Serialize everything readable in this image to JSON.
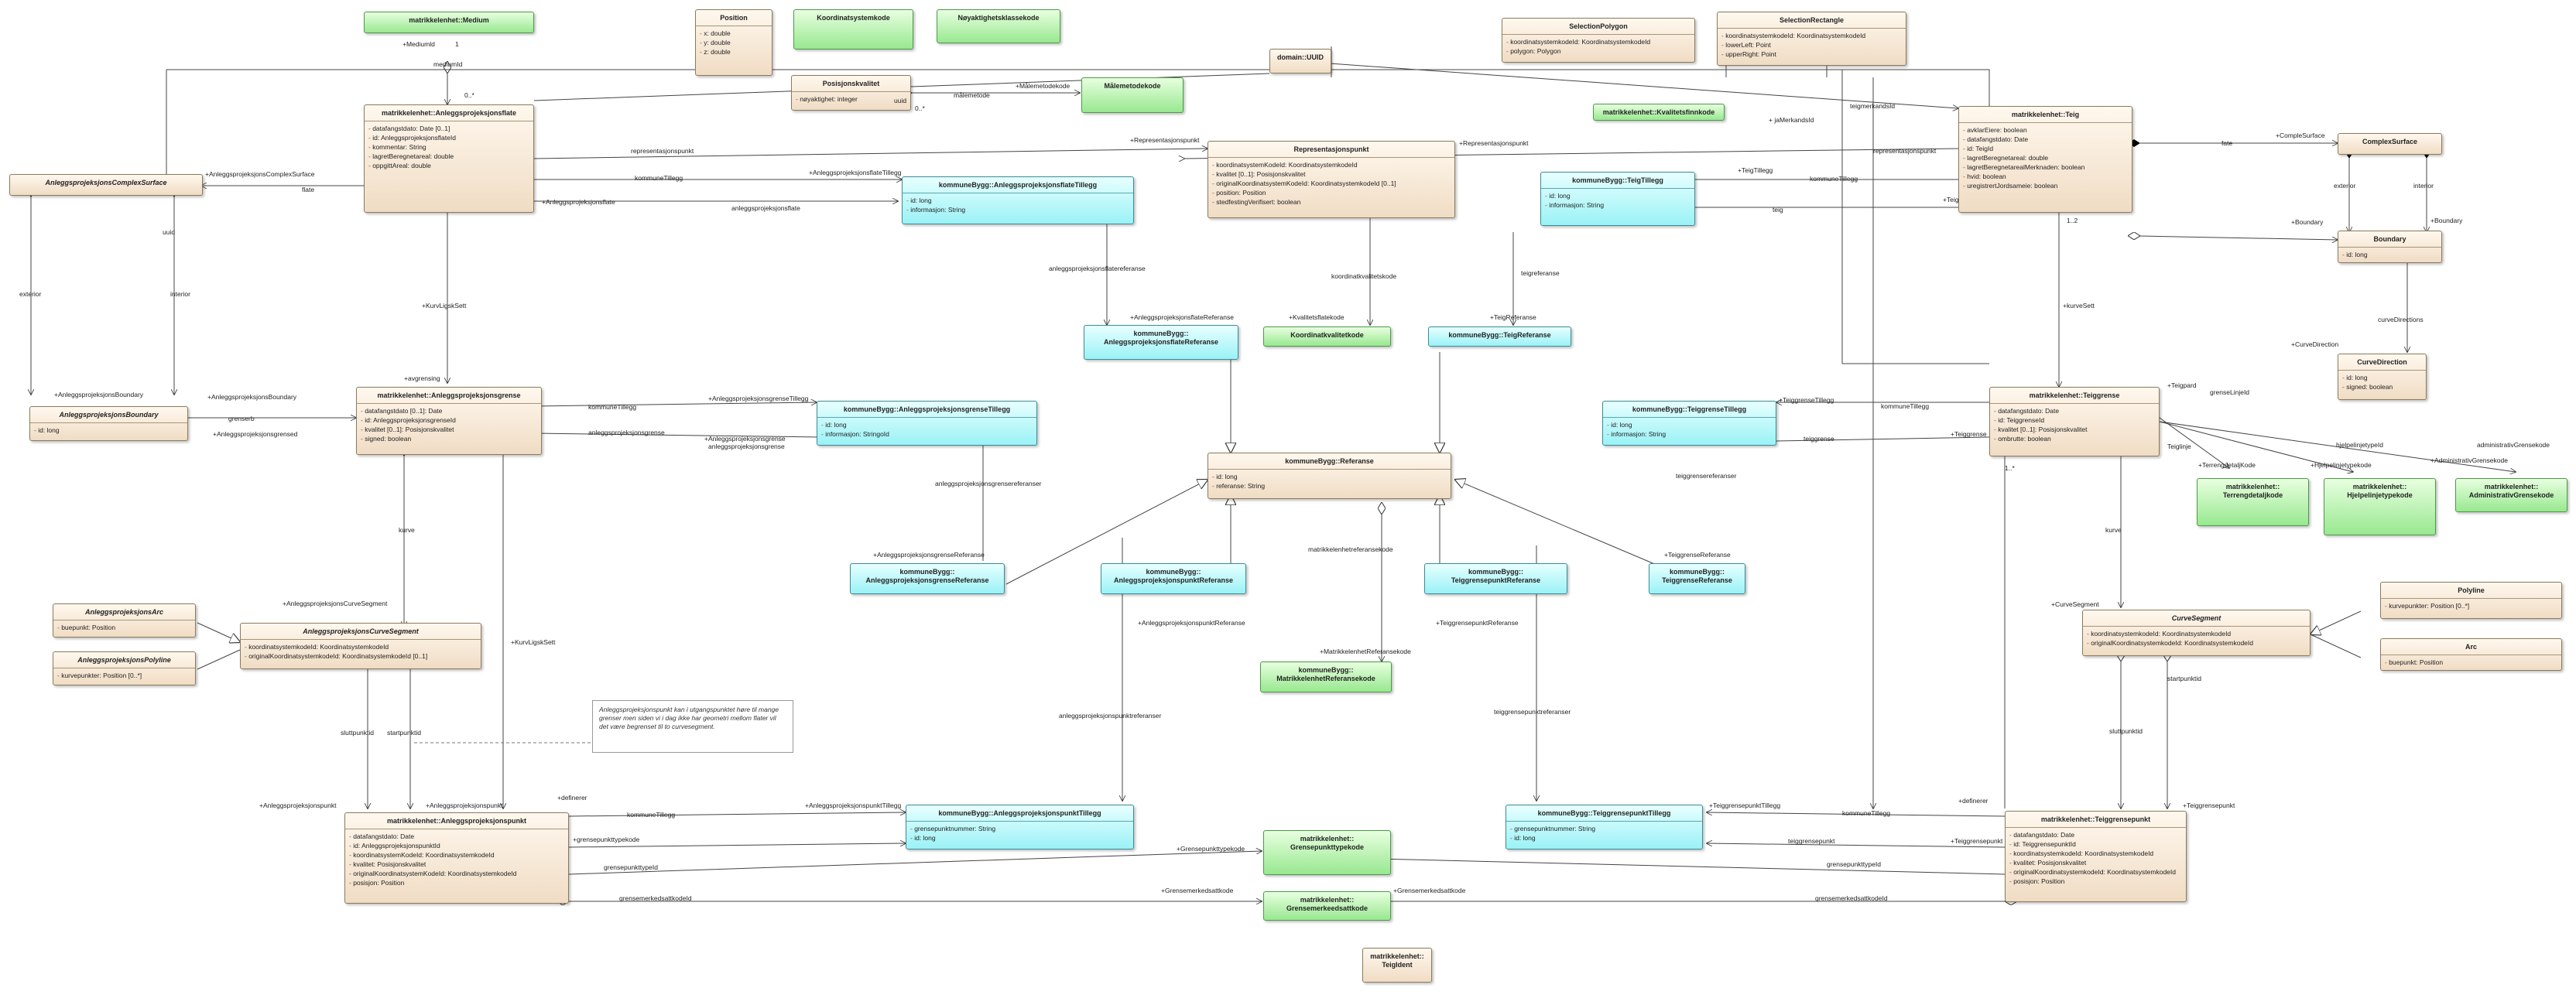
{
  "classes": [
    {
      "name": "matrikkelenhet::Medium",
      "attrs": []
    },
    {
      "name": "Position",
      "attrs": [
        "x: double",
        "y: double",
        "z: double"
      ]
    },
    {
      "name": "Koordinatsystemkode",
      "attrs": []
    },
    {
      "name": "Nøyaktighetsklassekode",
      "attrs": []
    },
    {
      "name": "SelectionPolygon",
      "attrs": [
        "koordinatsystemkodeId: KoordinatsystemkodeId",
        "polygon: Polygon"
      ]
    },
    {
      "name": "SelectionRectangle",
      "attrs": [
        "koordinatsystemkodeId: KoordinatsystemkodeId",
        "lowerLeft: Point",
        "upperRight: Point"
      ]
    },
    {
      "name": "Posisjonskvalitet",
      "attrs": [
        "nøyaktighet: integer"
      ]
    },
    {
      "name": "Målemetodekode",
      "attrs": []
    },
    {
      "name": "domain::UUID",
      "attrs": []
    },
    {
      "name": "matrikkelenhet::Kvalitetsfinnkode",
      "attrs": []
    },
    {
      "name": "matrikkelenhet::Anleggsprojeksjonsflate",
      "attrs": [
        "datafangstdato: Date [0..1]",
        "id: AnleggsprojeksjonsflateId",
        "kommentar: String",
        "lagretBeregnetareal: double",
        "oppgittAreal: double"
      ]
    },
    {
      "name": "AnleggsprojeksjonsComplexSurface",
      "attrs": []
    },
    {
      "name": "Representasjonspunkt",
      "attrs": [
        "koordinatsystemKodeId: KoordinatsystemkodeId",
        "kvalitet [0..1]: Posisjonskvalitet",
        "originalKoordinatsystemKodeId: KoordinatsystemkodeId [0..1]",
        "position: Position",
        "stedfestingVerifisert: boolean"
      ]
    },
    {
      "name": "kommuneBygg::AnleggsprojeksjonsflateTillegg",
      "attrs": [
        "id: long",
        "informasjon: String"
      ]
    },
    {
      "name": "kommuneBygg::TeigTillegg",
      "attrs": [
        "id: long",
        "informasjon: String"
      ]
    },
    {
      "name": "matrikkelenhet::Teig",
      "attrs": [
        "avklarEiere: boolean",
        "datafangstdato: Date",
        "id: TeigId",
        "lagretBeregnetareal: double",
        "lagretBeregnetarealMerknaden: boolean",
        "hvid: boolean",
        "uregistrertJordsameie: boolean"
      ]
    },
    {
      "name": "ComplexSurface",
      "attrs": []
    },
    {
      "name": "Boundary",
      "attrs": [
        "id: long"
      ]
    },
    {
      "name": "CurveDirection",
      "attrs": [
        "id: long",
        "signed: boolean"
      ]
    },
    {
      "name": "kommuneBygg:: AnleggsprojeksjonsflateReferanse",
      "attrs": []
    },
    {
      "name": "Koordinatkvalitetkode",
      "attrs": []
    },
    {
      "name": "kommuneBygg::TeigReferanse",
      "attrs": []
    },
    {
      "name": "AnleggsprojeksjonsBoundary",
      "attrs": [
        "id: long"
      ]
    },
    {
      "name": "matrikkelenhet::Anleggsprojeksjonsgrense",
      "attrs": [
        "datafangstdato [0..1]: Date",
        "id: AnleggsprojeksjonsgrenseId",
        "kvalitet [0..1]: Posisjonskvalitet",
        "signed: boolean"
      ]
    },
    {
      "name": "kommuneBygg::AnleggsprojeksjonsgrenseTillegg",
      "attrs": [
        "id: long",
        "informasjon: StringoId"
      ]
    },
    {
      "name": "kommuneBygg::TeiggrenseTillegg",
      "attrs": [
        "id: long",
        "informasjon: String"
      ]
    },
    {
      "name": "matrikkelenhet::Teiggrense",
      "attrs": [
        "datafangstdato: Date",
        "id: TeiggrenseId",
        "kvalitet [0..1]: Posisjonskvalitet",
        "ombrutte: boolean"
      ]
    },
    {
      "name": "matrikkelenhet:: Terrengdetaljkode",
      "attrs": []
    },
    {
      "name": "matrikkelenhet:: Hjelpelinjetypekode",
      "attrs": []
    },
    {
      "name": "matrikkelenhet:: AdministrativGrensekode",
      "attrs": []
    },
    {
      "name": "kommuneBygg::Referanse",
      "attrs": [
        "id: long",
        "referanse: String"
      ]
    },
    {
      "name": "kommuneBygg:: AnleggsprojeksjonsgrenseReferanse",
      "attrs": []
    },
    {
      "name": "kommuneBygg:: AnleggsprojeksjonspunktReferanse",
      "attrs": []
    },
    {
      "name": "kommuneBygg:: TeiggrensepunktReferanse",
      "attrs": []
    },
    {
      "name": "kommuneBygg:: TeiggrenseReferanse",
      "attrs": []
    },
    {
      "name": "AnleggsprojeksjonsArc",
      "attrs": [
        "buepunkt: Position"
      ]
    },
    {
      "name": "AnleggsprojeksjonsPolyline",
      "attrs": [
        "kurvepunkter: Position [0..*]"
      ]
    },
    {
      "name": "AnleggsprojeksjonsCurveSegment",
      "attrs": [
        "koordinatsystemkodeId: KoordinatsystemkodeId",
        "originalKoordinatsystemkodeId: KoordinatsystemkodeId [0..1]"
      ]
    },
    {
      "name": "kommuneBygg:: MatrikkelenhetReferansekode",
      "attrs": []
    },
    {
      "name": "Polyline",
      "attrs": [
        "kurvepunkter: Position [0..*]"
      ]
    },
    {
      "name": "CurveSegment",
      "attrs": [
        "koordinatsystemkodeId: KoordinatsystemkodeId",
        "originalKoordinatsystemkodeId: KoordinatsystemkodeId"
      ]
    },
    {
      "name": "Arc",
      "attrs": [
        "buepunkt: Position"
      ]
    },
    {
      "name": "matrikkelenhet::Anleggsprojeksjonspunkt",
      "attrs": [
        "datafangstdato: Date",
        "id: AnleggsprojeksjonspunktId",
        "koordinatsystemKodeId: KoordinatsystemkodeId",
        "kvalitet: Posisjonskvalitet",
        "originalKoordinatsystemKodeId: KoordinatsystemkodeId",
        "posisjon: Position"
      ]
    },
    {
      "name": "kommuneBygg::AnleggsprojeksjonspunktTillegg",
      "attrs": [
        "grensepunktnummer: String",
        "id: long"
      ]
    },
    {
      "name": "matrikkelenhet:: Grensepunkttypekode",
      "attrs": []
    },
    {
      "name": "matrikkelenhet:: Grensemerkeedsattkode",
      "attrs": []
    },
    {
      "name": "kommuneBygg::TeiggrensepunktTillegg",
      "attrs": [
        "grensepunktnummer: String",
        "id: long"
      ]
    },
    {
      "name": "matrikkelenhet::Teiggrensepunkt",
      "attrs": [
        "datafangstdato: Date",
        "id: TeiggrensepunktId",
        "koordinatsystemkodeId: KoordinatsystemkodeId",
        "kvalitet: Posisjonskvalitet",
        "originalKoordinatsystemkodeId: KoordinatsystemkodeId",
        "posisjon: Position"
      ]
    },
    {
      "name": "matrikkelenhet:: TeigIdent",
      "attrs": []
    }
  ],
  "note": "Anleggsprojeksjonspunkt kan i utgangspunktet høre til mange grenser men siden vi i dag ikke har geometri mellom flater vil det være begrenset til to curvesegment.",
  "labels": [
    "+Mediumld",
    "mediumId",
    "0..*",
    "1",
    "+Målemetodekode",
    "målemetode",
    "0..*",
    "uuid",
    "+Representasjonspunkt",
    "representasjonspunkt",
    "+Representasjonspunkt",
    "representasjonspunkt",
    "kommuneTillegg",
    "+AnleggsprojeksjonsflateTillegg",
    "+AnleggsprojeksjonsComplexSurface",
    "flate",
    "uuid",
    "exterior",
    "interior",
    "kommuneTillegg",
    "+TeigTillegg",
    "teig",
    "+Teig",
    "teigmerkandsId",
    "+ jaMerkandsId",
    "+CompleSurface",
    "fate",
    "exterior",
    "interior",
    "+Boundary",
    "+Boundary",
    "curveDirections",
    "+CurveDirection",
    "anleggsprojeksjonsflatereferanse",
    "+AnleggsprojeksjonsflateReferanse",
    "+Kvalitetsflatekode",
    "koordinatkvalitetskode",
    "teigreferanse",
    "+TeigReferanse",
    "+KurvLigskSett",
    "+kurveSett",
    "+Anleggsprojeksjonsflate",
    "anleggsprojeksjonsflate",
    "+AnleggsprojeksjonsBoundary",
    "+AnleggsprojeksjonsBoundary",
    "grenserb",
    "+Anleggsprojeksjonsgrensed",
    "kommuneTillegg",
    "+AnleggsprojeksjonsgrenseTillegg",
    "+avgrensing",
    "anleggsprojeksjonsgrense",
    "+Anleggsprojeksjonsgrense",
    "anleggsprojeksjonsgrense",
    "+TeiggrenseTillegg",
    "kommuneTillegg",
    "teiggrense",
    "+Teiggrense",
    "+Teigpard",
    "grenseLinjeId",
    "+TerrengdetaljKode",
    "hjelpelinjetypeId",
    "+Hjelpelinjetypekode",
    "administrativGrensekode",
    "+AdministrativGrensekode",
    "Teiglinje",
    "kurve",
    "+CurveSegment",
    "matrikkelenhetreferansekode",
    "anleggsprojeksjonsgrensereferanser",
    "+AnleggsprojeksjonsgrenseReferanse",
    "+AnleggsprojeksjonspunktReferanse",
    "teiggrensereferanser",
    "+TeiggrenseReferanse",
    "+TeiggrensepunktReferanse",
    "+MatrikkelenhetReferansekode",
    "anleggsprojeksjonspunktreferanser",
    "teiggrensepunktreferanser",
    "kurve",
    "+AnleggsprojeksjonsCurveSegment",
    "sluttpunktid",
    "startpunktid",
    "+Anleggsprojeksjonspunkt",
    "+Anleggsprojeksjonspunkt",
    "+definerer",
    "+KurvLigskSett",
    "kommuneTillegg",
    "+AnleggsprojeksjonspunktTillegg",
    "+grensepunkttypekode",
    "+Grensepunkttypekode",
    "grensepunkttypeId",
    "+Grensemerkedsattkode",
    "+Grensemerkedsattkode",
    "grensemerkedsattkodeId",
    "+TeiggrensepunktTillegg",
    "kommuneTillegg",
    "teiggrensepunkt",
    "+Teiggrensepunkt",
    "+definerer",
    "sluttpunktid",
    "startpunktid",
    "+Teiggrensepunkt",
    "grensepunkttypeId",
    "grensemerkedsattkodeId",
    "1..*",
    "1..2"
  ]
}
